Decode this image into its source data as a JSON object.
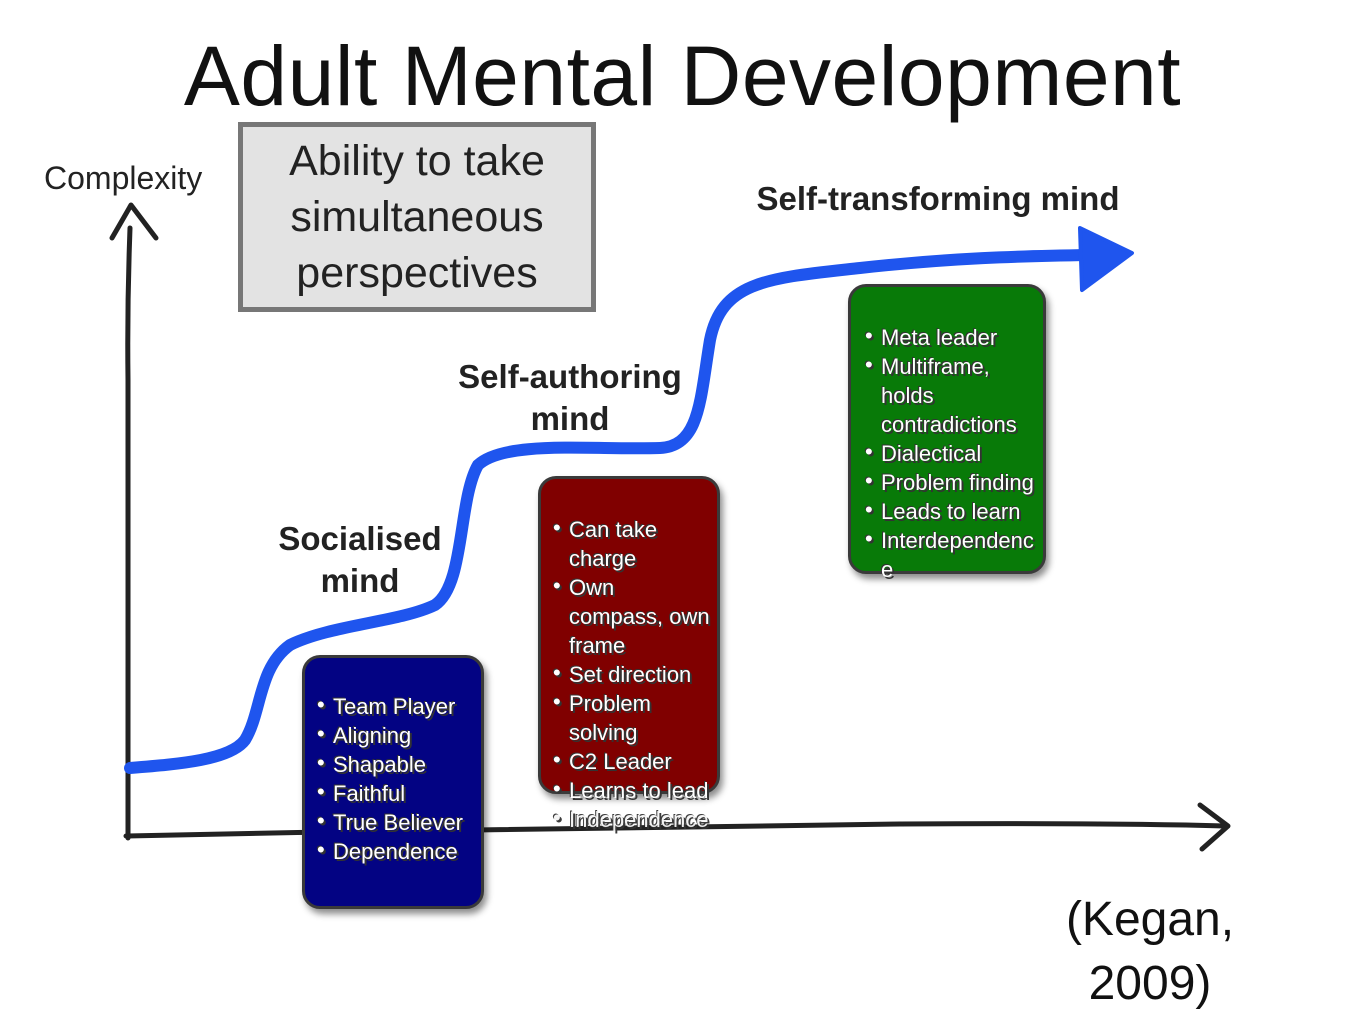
{
  "title": "Adult Mental Development",
  "axis": {
    "y_label": "Complexity"
  },
  "callout": {
    "text": "Ability to take simultaneous perspectives"
  },
  "stages": {
    "socialised": {
      "label": "Socialised mind"
    },
    "self_authoring": {
      "label": "Self-authoring mind"
    },
    "self_transforming": {
      "label": "Self-transforming mind"
    }
  },
  "boxes": {
    "socialised": {
      "color": "#030383",
      "items": [
        "Team Player",
        "Aligning",
        "Shapable",
        "Faithful",
        "True Believer",
        "Dependence"
      ]
    },
    "self_authoring": {
      "color": "#800000",
      "items": [
        "Can take charge",
        "Own compass, own frame",
        "Set direction",
        "Problem solving",
        "C2 Leader",
        "Learns to lead",
        "Independence"
      ]
    },
    "self_transforming": {
      "color": "#087a08",
      "items": [
        "Meta leader",
        "Multiframe, holds contradictions",
        "Dialectical",
        "Problem finding",
        "Leads to learn",
        "Interdependenc e"
      ]
    }
  },
  "citation": "(Kegan, 2009)",
  "colors": {
    "curve": "#1f55ee",
    "axes": "#222222"
  }
}
